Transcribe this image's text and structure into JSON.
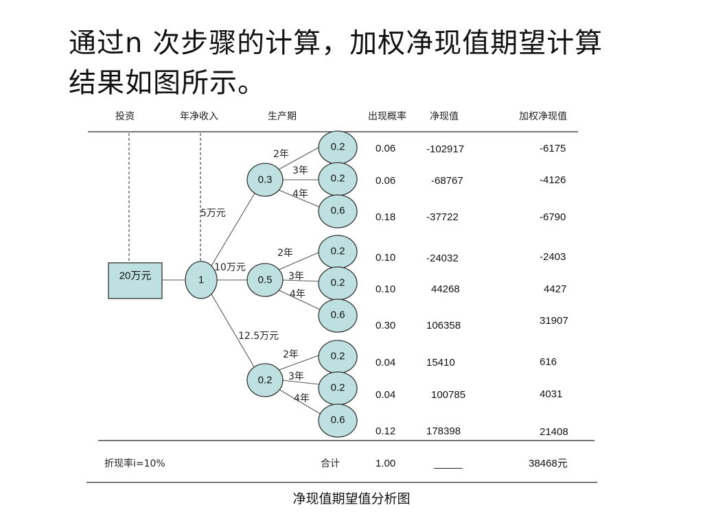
{
  "slide": {
    "title_line1": "通过n 次步骤的计算，加权净现值期望计算",
    "title_line2": "结果如图所示。"
  },
  "headers": {
    "investment": "投资",
    "annual_net_income": "年净收入",
    "production_period": "生产期",
    "probability": "出现概率",
    "npv": "净现值",
    "weighted_npv": "加权净现值"
  },
  "tree": {
    "root_box": "20万元",
    "decision_node": "1",
    "branches": [
      {
        "income_label": "5万元",
        "prob": "0.3",
        "leaves": [
          {
            "period": "2年",
            "prob": "0.2",
            "joint_prob": "0.06",
            "npv": "-102917",
            "weighted": "-6175"
          },
          {
            "period": "3年",
            "prob": "0.2",
            "joint_prob": "0.06",
            "npv": "-68767",
            "weighted": "-4126"
          },
          {
            "period": "4年",
            "prob": "0.6",
            "joint_prob": "0.18",
            "npv": "-37722",
            "weighted": "-6790"
          }
        ]
      },
      {
        "income_label": "10万元",
        "prob": "0.5",
        "leaves": [
          {
            "period": "2年",
            "prob": "0.2",
            "joint_prob": "0.10",
            "npv": "-24032",
            "weighted": "-2403"
          },
          {
            "period": "3年",
            "prob": "0.2",
            "joint_prob": "0.10",
            "npv": "44268",
            "weighted": "4427"
          },
          {
            "period": "4年",
            "prob": "0.6",
            "joint_prob": "0.30",
            "npv": "106358",
            "weighted": "31907"
          }
        ]
      },
      {
        "income_label": "12.5万元",
        "prob": "0.2",
        "leaves": [
          {
            "period": "2年",
            "prob": "0.2",
            "joint_prob": "0.04",
            "npv": "15410",
            "weighted": "616"
          },
          {
            "period": "3年",
            "prob": "0.2",
            "joint_prob": "0.04",
            "npv": "100785",
            "weighted": "4031"
          },
          {
            "period": "4年",
            "prob": "0.6",
            "joint_prob": "0.12",
            "npv": "178398",
            "weighted": "21408"
          }
        ]
      }
    ]
  },
  "footer": {
    "discount_rate": "折现率i=10%",
    "total_label": "合计",
    "total_prob": "1.00",
    "total_npv": "_____",
    "total_weighted": "38468元"
  },
  "caption": "净现值期望值分析图"
}
